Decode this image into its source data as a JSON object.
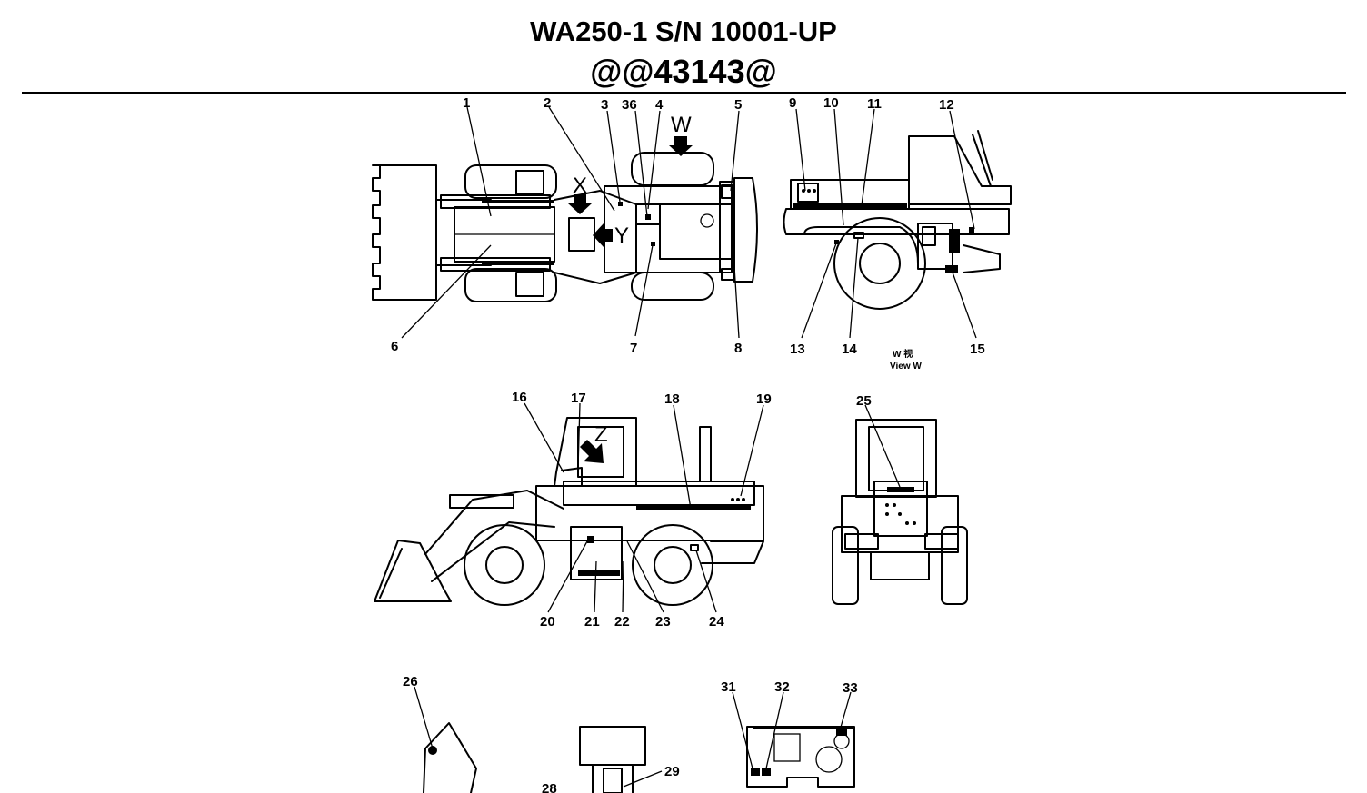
{
  "header": {
    "title": "WA250-1 S/N 10001-UP",
    "code": "@@43143@"
  },
  "view_markers": {
    "w": "W",
    "x": "X",
    "y": "Y",
    "z": "Z",
    "view_w_cn": "W 视",
    "view_w": "View W"
  },
  "callouts": [
    "1",
    "2",
    "3",
    "36",
    "4",
    "5",
    "6",
    "7",
    "8",
    "9",
    "10",
    "11",
    "12",
    "13",
    "14",
    "15",
    "16",
    "17",
    "18",
    "19",
    "20",
    "21",
    "22",
    "23",
    "24",
    "25",
    "26",
    "28",
    "29",
    "31",
    "32",
    "33"
  ]
}
